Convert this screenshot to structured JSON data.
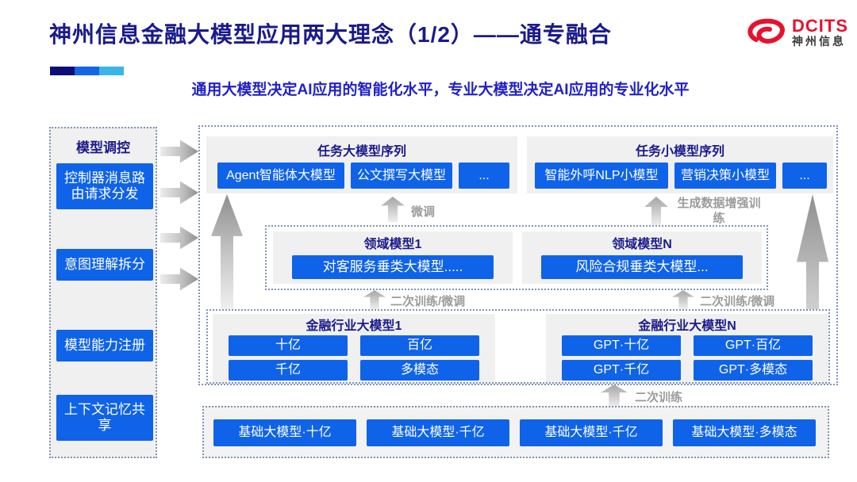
{
  "slide": {
    "title": "神州信息金融大模型应用两大理念（1/2）——通专融合",
    "subtitle": "通用大模型决定AI应用的智能化水平，专业大模型决定AI应用的专业化水平",
    "logo": {
      "brand": "DCITS",
      "brand_cn": "神州信息"
    },
    "colors": {
      "accent_blue": "#0f63e8",
      "title_navy": "#1a1a8c",
      "subtitle_blue": "#2121c8",
      "logo_red": "#e8112d",
      "bar_segments": [
        "#0d0d7a",
        "#1565e8",
        "#38b6e6"
      ],
      "group_gray": "#f0f0f0",
      "arrow_gray": "#8f8f8f"
    }
  },
  "sidebar": {
    "header": "模型调控",
    "items": [
      {
        "label": "控制器消息路由请求分发"
      },
      {
        "label": "意图理解拆分"
      },
      {
        "label": "模型能力注册"
      },
      {
        "label": "上下文记忆共享"
      }
    ]
  },
  "task_groups": [
    {
      "header": "任务大模型序列",
      "items": [
        "Agent智能体大模型",
        "公文撰写大模型",
        "..."
      ]
    },
    {
      "header": "任务小模型序列",
      "items": [
        "智能外呼NLP小模型",
        "营销决策小模型",
        "..."
      ]
    }
  ],
  "domain_groups": [
    {
      "header": "领域模型1",
      "item": "对客服务垂类大模型....."
    },
    {
      "header": "领域模型N",
      "item": "风险合规垂类大模型..."
    }
  ],
  "industry_groups": [
    {
      "header": "金融行业大模型1",
      "items": [
        "十亿",
        "百亿",
        "千亿",
        "多模态"
      ]
    },
    {
      "header": "金融行业大模型N",
      "items": [
        "GPT·十亿",
        "GPT·百亿",
        "GPT·千亿",
        "GPT·多模态"
      ]
    }
  ],
  "base_models": [
    "基础大模型·十亿",
    "基础大模型·千亿",
    "基础大模型·千亿",
    "基础大模型·多模态"
  ],
  "arrow_labels": {
    "fine_tune": "微调",
    "gen_data_training": "生成数据增强训练",
    "retrain_finetune": "二次训练/微调",
    "retrain": "二次训练"
  }
}
